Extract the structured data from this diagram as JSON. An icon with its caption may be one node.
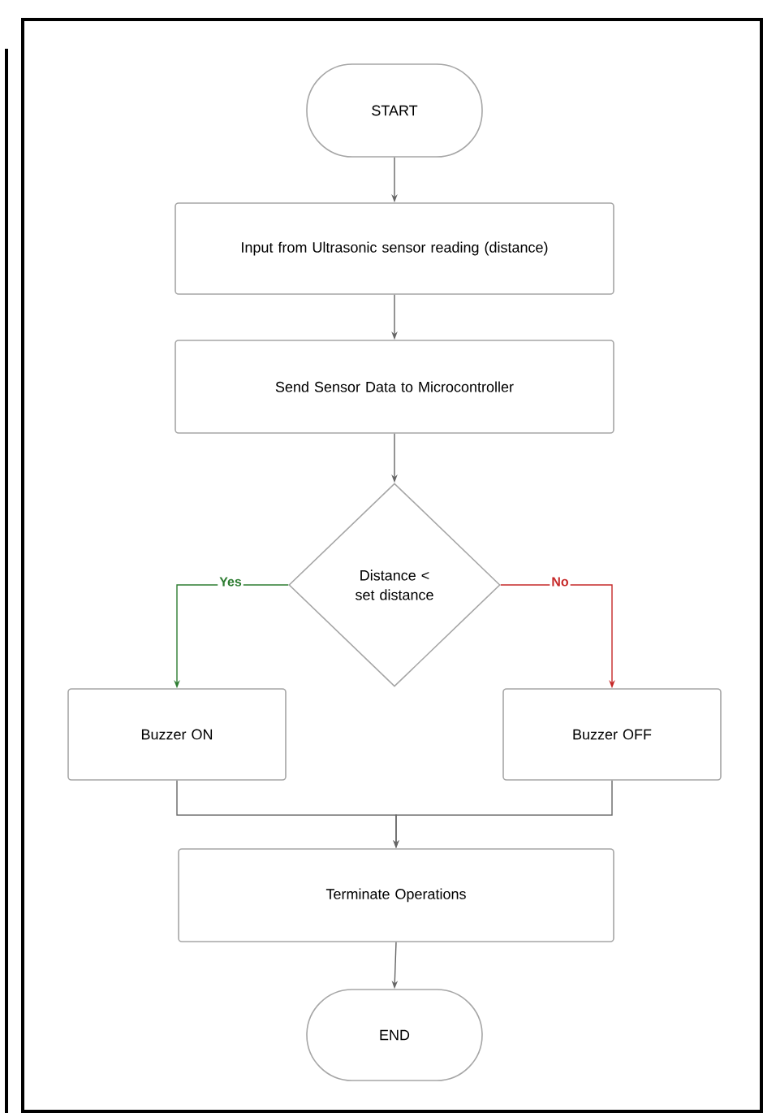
{
  "diagram": {
    "nodes": [
      {
        "text": [
          "START"
        ]
      },
      {
        "text": [
          "Input from Ultrasonic sensor reading (distance)"
        ]
      },
      {
        "text": [
          "Send Sensor Data to Microcontroller"
        ]
      },
      {
        "text": [
          "Distance < set distance"
        ]
      },
      {
        "text": [
          "Buzzer ON"
        ]
      },
      {
        "text": [
          "Buzzer OFF"
        ]
      },
      {
        "text": [
          "Terminate Operations"
        ]
      },
      {
        "text": [
          "END"
        ]
      }
    ],
    "edges": [
      {
        "from": 0,
        "to": 1,
        "arrow": "to"
      },
      {
        "from": 1,
        "to": 2,
        "arrow": "to"
      },
      {
        "from": 2,
        "to": 3,
        "arrow": "to"
      },
      {
        "from": 3,
        "to": 4,
        "arrow": "to",
        "label": "Yes",
        "color": "#2e7d32"
      },
      {
        "from": 3,
        "to": 5,
        "arrow": "to",
        "label": "No",
        "color": "#c62828"
      },
      {
        "from": 4,
        "to": 6,
        "arrow": "to"
      },
      {
        "from": 5,
        "to": 6,
        "arrow": "to"
      },
      {
        "from": 6,
        "to": 7,
        "arrow": "to"
      }
    ]
  }
}
